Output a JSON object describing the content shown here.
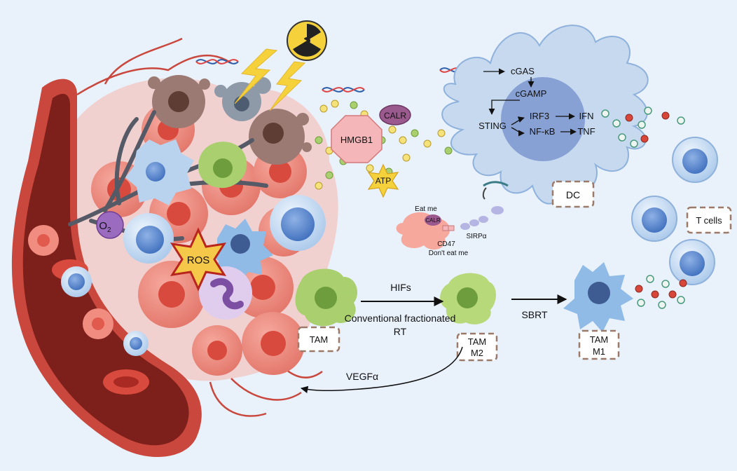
{
  "labels": {
    "hmgb1": "HMGB1",
    "calr_big": "CALR",
    "atp": "ATP",
    "ros": "ROS",
    "o2": "O",
    "o2_sub": "2",
    "eat_me": "Eat me",
    "calr_small": "CALR",
    "cd47": "CD47",
    "dont_eat_me": "Don't eat me",
    "sirpa": "SIRPα",
    "cgas": "cGAS",
    "cgamp": "cGAMP",
    "sting": "STING",
    "irf3": "IRF3",
    "nfkb": "NF-κB",
    "ifn": "IFN",
    "tnf": "TNF",
    "dc": "DC",
    "t_cells": "T cells",
    "hifs": "HIFs",
    "conventional_rt_1": "Conventional fractionated",
    "conventional_rt_2": "RT",
    "sbrt": "SBRT",
    "vegfa": "VEGFα",
    "tam": "TAM",
    "tam_m2_1": "TAM",
    "tam_m2_2": "M2",
    "tam_m1_1": "TAM",
    "tam_m1_2": "M1"
  },
  "icons": [
    "radiation-icon",
    "lightning-icon",
    "dna-icon"
  ],
  "colors": {
    "background": "#e9f1fb",
    "vessel": "#c9473c",
    "tumor_cell": "#f08c80",
    "dc_cell": "#c6d9ef",
    "tam_green": "#9ccc65",
    "ros_star": "#f5c84a",
    "hmgb1": "#f4b6b8",
    "calr": "#9b5a8e"
  }
}
